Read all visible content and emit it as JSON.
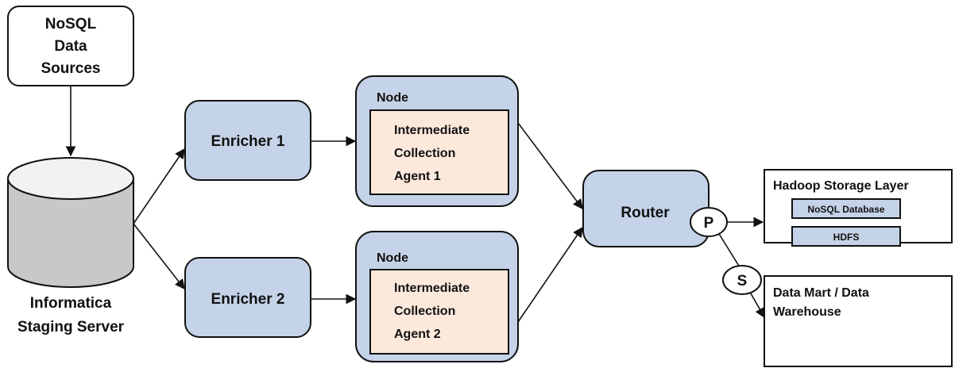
{
  "nodes": {
    "nosql_sources": {
      "lines": [
        "NoSQL",
        "Data",
        "Sources"
      ]
    },
    "staging_server": {
      "lines": [
        "Informatica",
        "Staging Server"
      ]
    },
    "enricher1": {
      "label": "Enricher 1"
    },
    "enricher2": {
      "label": "Enricher 2"
    },
    "node1": {
      "label": "Node",
      "agent_lines": [
        "Intermediate",
        "Collection",
        "Agent 1"
      ]
    },
    "node2": {
      "label": "Node",
      "agent_lines": [
        "Intermediate",
        "Collection",
        "Agent 2"
      ]
    },
    "router": {
      "label": "Router"
    },
    "port_p": {
      "label": "P"
    },
    "port_s": {
      "label": "S"
    },
    "hadoop": {
      "title": "Hadoop Storage Layer",
      "items": [
        "NoSQL Database",
        "HDFS"
      ]
    },
    "data_mart": {
      "lines": [
        "Data Mart / Data",
        "Warehouse"
      ]
    }
  },
  "edges": [
    {
      "from": "nosql_sources",
      "to": "staging_server"
    },
    {
      "from": "staging_server",
      "to": "enricher1"
    },
    {
      "from": "staging_server",
      "to": "enricher2"
    },
    {
      "from": "enricher1",
      "to": "node1"
    },
    {
      "from": "enricher2",
      "to": "node2"
    },
    {
      "from": "node1",
      "to": "router"
    },
    {
      "from": "node2",
      "to": "router"
    },
    {
      "from": "port_p",
      "to": "hadoop"
    },
    {
      "from": "port_s",
      "to": "data_mart"
    }
  ]
}
